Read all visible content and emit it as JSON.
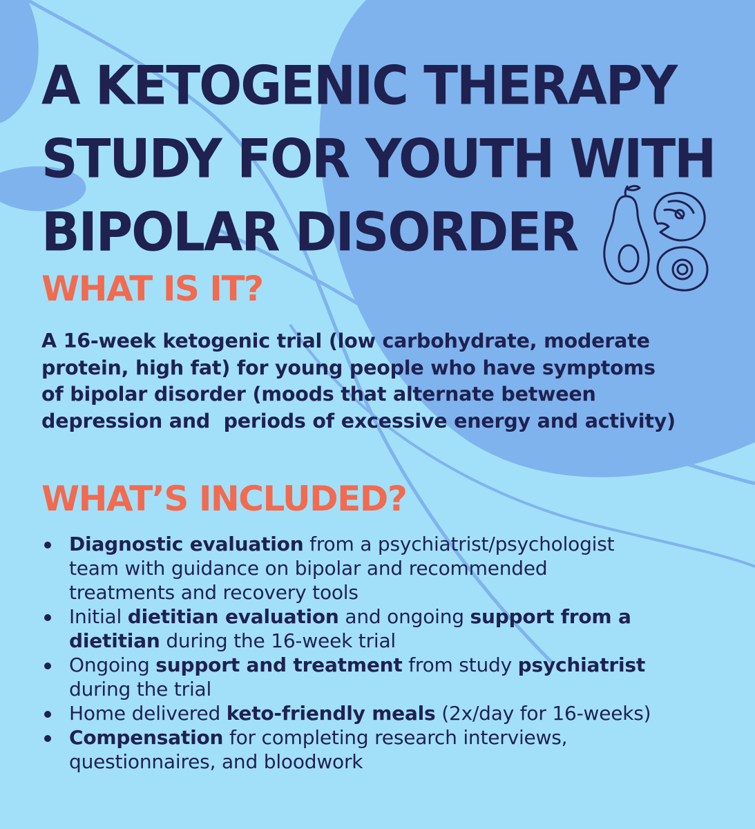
{
  "title_lines": [
    "A KETOGENIC THERAPY",
    "STUDY FOR YOUTH WITH",
    "BIPOLAR DISORDER"
  ],
  "section_what": {
    "heading": "WHAT IS IT?",
    "lines": [
      "A 16-week ketogenic trial (low carbohydrate, moderate",
      "protein, high fat) for young people who have symptoms",
      "of bipolar disorder (moods that alternate between",
      "depression and  periods of excessive energy and activity)"
    ]
  },
  "section_included": {
    "heading": "WHAT’S INCLUDED?",
    "items": [
      {
        "lines": [
          [
            {
              "t": "Diagnostic evaluation",
              "b": true
            },
            {
              "t": " from a psychiatrist/psychologist",
              "b": false
            }
          ],
          [
            {
              "t": "team with guidance on bipolar and recommended",
              "b": false
            }
          ],
          [
            {
              "t": "treatments and recovery tools",
              "b": false
            }
          ]
        ]
      },
      {
        "lines": [
          [
            {
              "t": "Initial ",
              "b": false
            },
            {
              "t": "dietitian evaluation",
              "b": true
            },
            {
              "t": " and ongoing ",
              "b": false
            },
            {
              "t": "support from a",
              "b": true
            }
          ],
          [
            {
              "t": "dietitian",
              "b": true
            },
            {
              "t": " during the 16-week trial",
              "b": false
            }
          ]
        ]
      },
      {
        "lines": [
          [
            {
              "t": "Ongoing ",
              "b": false
            },
            {
              "t": "support and treatment",
              "b": true
            },
            {
              "t": " from study ",
              "b": false
            },
            {
              "t": "psychiatrist",
              "b": true
            }
          ],
          [
            {
              "t": "during the trial",
              "b": false
            }
          ]
        ]
      },
      {
        "lines": [
          [
            {
              "t": "Home delivered ",
              "b": false
            },
            {
              "t": "keto-friendly meals",
              "b": true
            },
            {
              "t": " (2x/day for 16-weeks)",
              "b": false
            }
          ]
        ]
      },
      {
        "lines": [
          [
            {
              "t": "Compensation",
              "b": true
            },
            {
              "t": " for completing research interviews,",
              "b": false
            }
          ],
          [
            {
              "t": "questionnaires, and bloodwork",
              "b": false
            }
          ]
        ]
      }
    ]
  },
  "colors": {
    "background": "#a2e0f9",
    "blob": "#7fb3ee",
    "navy": "#1f2150",
    "coral": "#f26a4f"
  },
  "icons": [
    "avocado-icon",
    "salmon-steak-icon",
    "egg-icon"
  ]
}
